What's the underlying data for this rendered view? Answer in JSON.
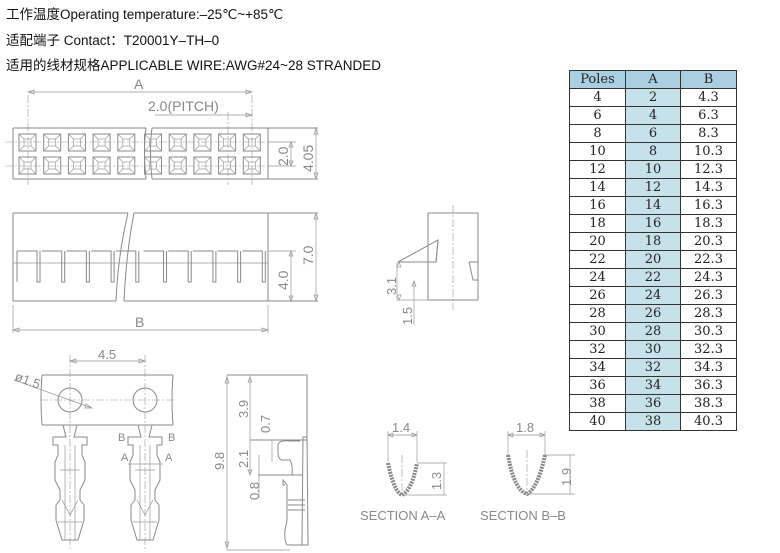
{
  "specs": {
    "temperature": "工作温度Operating temperature:–25℃~+85℃",
    "contact": "适配端子 Contact：T20001Y–TH–0",
    "wire": "适用的线材规格APPLICABLE WIRE:AWG#24~28 STRANDED"
  },
  "table": {
    "headers": [
      "Poles",
      "A",
      "B"
    ],
    "rows": [
      [
        "4",
        "2",
        "4.3"
      ],
      [
        "6",
        "4",
        "6.3"
      ],
      [
        "8",
        "6",
        "8.3"
      ],
      [
        "10",
        "8",
        "10.3"
      ],
      [
        "12",
        "10",
        "12.3"
      ],
      [
        "14",
        "12",
        "14.3"
      ],
      [
        "16",
        "14",
        "16.3"
      ],
      [
        "18",
        "16",
        "18.3"
      ],
      [
        "20",
        "18",
        "20.3"
      ],
      [
        "22",
        "20",
        "22.3"
      ],
      [
        "24",
        "22",
        "24.3"
      ],
      [
        "26",
        "24",
        "26.3"
      ],
      [
        "28",
        "26",
        "28.3"
      ],
      [
        "30",
        "28",
        "30.3"
      ],
      [
        "32",
        "30",
        "32.3"
      ],
      [
        "34",
        "32",
        "34.3"
      ],
      [
        "36",
        "34",
        "36.3"
      ],
      [
        "38",
        "36",
        "38.3"
      ],
      [
        "40",
        "38",
        "40.3"
      ]
    ],
    "colors": {
      "header_bg": "#a9cfe0",
      "col_a_bg": "#c7e1ea"
    }
  },
  "dims": {
    "a": "A",
    "pitch": "2.0(PITCH)",
    "row_pitch": "2.0",
    "width": "4.05",
    "b": "B",
    "slot_height": "4.0",
    "height": "7.0",
    "latch": "3.1",
    "latch_low": "1.5",
    "strip_pitch": "4.5",
    "hole": "ø1.5",
    "sec_a_b": "B",
    "sec_a_b2": "B",
    "sec_a_a": "A",
    "sec_a_a2": "A",
    "total": "9.8",
    "d39": "3.9",
    "d07": "0.7",
    "d21": "2.1",
    "d08": "0.8",
    "sa_w": "1.4",
    "sa_h": "1.3",
    "sb_w": "1.8",
    "sb_h": "1.9"
  },
  "sections": {
    "a": "SECTION  A–A",
    "b": "SECTION  B–B"
  }
}
